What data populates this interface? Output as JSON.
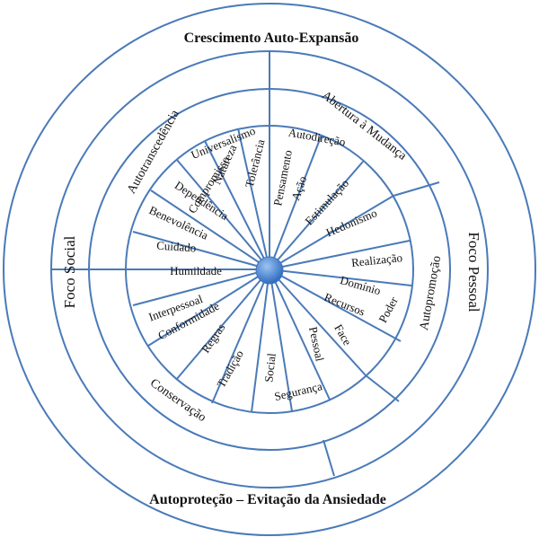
{
  "diagram": {
    "title_top": "Crescimento Auto-Expansão",
    "title_bottom": "Autoproteção – Evitação da Ansiedade",
    "left_label": "Foco Social",
    "right_label": "Foco Pessoal",
    "higher_order": {
      "self_transcendence": "Autotranscedência",
      "openness": "Abertura à Mudança",
      "self_enhancement": "Autopromoção",
      "conservation": "Conservação"
    },
    "values": {
      "universalismo": "Universalismo",
      "tolerancia": "Tolerância",
      "compromisso": "Compromisso",
      "natureza": "Natureza",
      "dependencia": "Dependência",
      "benevolencia": "Benevolência",
      "cuidado": "Cuidado",
      "humildade": "Humildade",
      "interpessoal": "Interpessoal",
      "conformidade": "Conformidade",
      "regras": "Regras",
      "tradicao": "Tradição",
      "social": "Social",
      "seguranca": "Segurança",
      "pessoal": "Pessoal",
      "face": "Face",
      "recursos": "Recursos",
      "poder": "Poder",
      "dominio": "Domínio",
      "realizacao": "Realização",
      "hedonismo": "Hedonismo",
      "estimulacao": "Estimulação",
      "acao": "Ação",
      "pensamento": "Pensamento",
      "autodirecao": "Autodireção"
    },
    "colors": {
      "line": "#4a7ab8",
      "hub": "#4a86d4",
      "text": "#111111"
    }
  }
}
